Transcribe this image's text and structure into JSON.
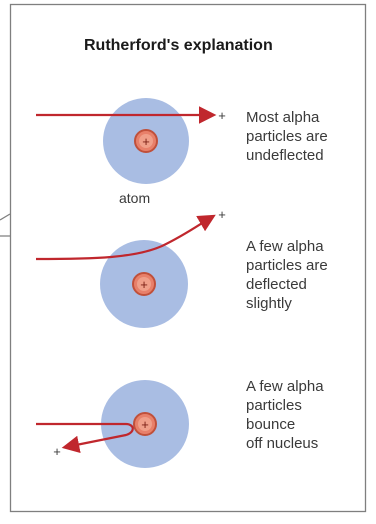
{
  "title": "Rutherford's explanation",
  "atom_label": "atom",
  "nucleus_symbol": "+",
  "alpha_symbol": "+",
  "rows": [
    {
      "caption": "Most alpha\nparticles are\nundeflected"
    },
    {
      "caption": "A few alpha\nparticles are\ndeflected\nslightly"
    },
    {
      "caption": "A few alpha\nparticles\nbounce\noff nucleus"
    }
  ],
  "colors": {
    "atom_cloud": "#a9bde3",
    "nucleus_fill": "#e8806a",
    "nucleus_ring": "#c0503a",
    "path": "#c0272d",
    "frame": "#7f7f7f",
    "text": "#3a3a3a"
  }
}
